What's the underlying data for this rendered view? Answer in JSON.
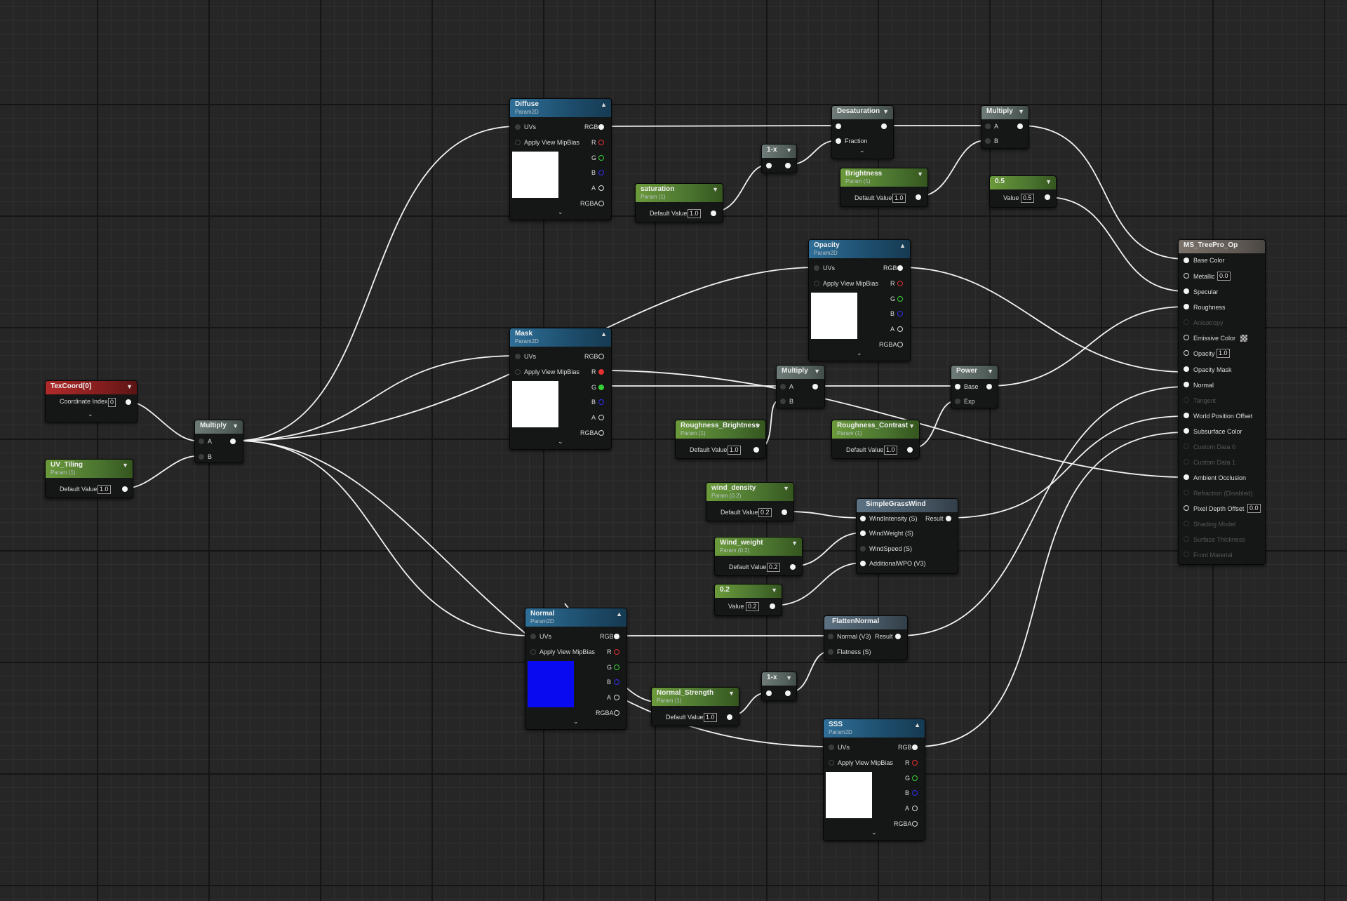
{
  "colors": {
    "texture_header": "#2f6f98",
    "param_header": "#6b9a3b",
    "math_header": "#6e7b78",
    "coord_header": "#b02a2a",
    "function_header": "#5c7283",
    "material_header": "#7a726a",
    "wire": "#f2f2f2"
  },
  "icons": {
    "collapse": "chevron-up-icon",
    "expand": "chevron-down-icon"
  },
  "nodes": {
    "texcoord": {
      "title": "TexCoord[0]",
      "coordinate_index_label": "Coordinate Index",
      "coordinate_index": "0"
    },
    "uv_tiling": {
      "title": "UV_Tiling",
      "subtitle": "Param (1)",
      "default_label": "Default Value",
      "default_value": "1.0"
    },
    "multiply_uv": {
      "title": "Multiply",
      "pin_a": "A",
      "pin_b": "B"
    },
    "diffuse": {
      "title": "Diffuse",
      "subtitle": "Param2D",
      "uvs": "UVs",
      "mip": "Apply View MipBias",
      "rgb": "RGB",
      "r": "R",
      "g": "G",
      "b": "B",
      "a": "A",
      "rgba": "RGBA",
      "preview_color": "#ffffff"
    },
    "mask": {
      "title": "Mask",
      "subtitle": "Param2D",
      "uvs": "UVs",
      "mip": "Apply View MipBias",
      "rgb": "RGB",
      "r": "R",
      "g": "G",
      "b": "B",
      "a": "A",
      "rgba": "RGBA",
      "preview_color": "#ffffff"
    },
    "normal_tex": {
      "title": "Normal",
      "subtitle": "Param2D",
      "uvs": "UVs",
      "mip": "Apply View MipBias",
      "rgb": "RGB",
      "r": "R",
      "g": "G",
      "b": "B",
      "a": "A",
      "rgba": "RGBA",
      "preview_color": "#0a0af0"
    },
    "opacity_tex": {
      "title": "Opacity",
      "subtitle": "Param2D",
      "uvs": "UVs",
      "mip": "Apply View MipBias",
      "rgb": "RGB",
      "r": "R",
      "g": "G",
      "b": "B",
      "a": "A",
      "rgba": "RGBA",
      "preview_color": "#ffffff"
    },
    "sss_tex": {
      "title": "SSS",
      "subtitle": "Param2D",
      "uvs": "UVs",
      "mip": "Apply View MipBias",
      "rgb": "RGB",
      "r": "R",
      "g": "G",
      "b": "B",
      "a": "A",
      "rgba": "RGBA",
      "preview_color": "#ffffff"
    },
    "saturation": {
      "title": "saturation",
      "subtitle": "Param (1)",
      "default_label": "Default Value",
      "default_value": "1.0"
    },
    "one_minus_top": {
      "title": "1-x"
    },
    "desaturation": {
      "title": "Desaturation",
      "fraction": "Fraction"
    },
    "brightness": {
      "title": "Brightness",
      "subtitle": "Param (1)",
      "default_label": "Default Value",
      "default_value": "1.0"
    },
    "multiply_top": {
      "title": "Multiply",
      "pin_a": "A",
      "pin_b": "B"
    },
    "const_05": {
      "title": "0.5",
      "value_label": "Value",
      "value": "0.5"
    },
    "multiply_mid": {
      "title": "Multiply",
      "pin_a": "A",
      "pin_b": "B"
    },
    "roughness_brightness": {
      "title": "Roughness_Brightness",
      "subtitle": "Param (1)",
      "default_label": "Default Value",
      "default_value": "1.0"
    },
    "power": {
      "title": "Power",
      "base": "Base",
      "exp": "Exp"
    },
    "roughness_contrast": {
      "title": "Roughness_Contrast",
      "subtitle": "Param (1)",
      "default_label": "Default Value",
      "default_value": "1.0"
    },
    "wind_density": {
      "title": "wind_density",
      "subtitle": "Param (0.2)",
      "default_label": "Default Value",
      "default_value": "0.2"
    },
    "wind_weight": {
      "title": "Wind_weight",
      "subtitle": "Param (0.2)",
      "default_label": "Default Value",
      "default_value": "0.2"
    },
    "const_02": {
      "title": "0.2",
      "value_label": "Value",
      "value": "0.2"
    },
    "simple_grass_wind": {
      "title": "SimpleGrassWind",
      "wind_intensity": "WindIntensity (S)",
      "wind_weight": "WindWeight (S)",
      "wind_speed": "WindSpeed (S)",
      "additional_wpo": "AdditionalWPO (V3)",
      "result": "Result"
    },
    "flatten_normal": {
      "title": "FlattenNormal",
      "normal": "Normal (V3)",
      "flatness": "Flatness (S)",
      "result": "Result"
    },
    "normal_strength": {
      "title": "Normal_Strength",
      "subtitle": "Param (1)",
      "default_label": "Default Value",
      "default_value": "1.0"
    },
    "one_minus_bottom": {
      "title": "1-x"
    },
    "material": {
      "title": "MS_TreePro_Op",
      "base_color": "Base Color",
      "metallic": "Metallic",
      "metallic_value": "0.0",
      "specular": "Specular",
      "roughness": "Roughness",
      "anisotropy": "Anisotropy",
      "emissive": "Emissive Color",
      "opacity": "Opacity",
      "opacity_value": "1.0",
      "opacity_mask": "Opacity Mask",
      "normal": "Normal",
      "tangent": "Tangent",
      "wpo": "World Position Offset",
      "subsurface": "Subsurface Color",
      "custom0": "Custom Data 0",
      "custom1": "Custom Data 1",
      "ao": "Ambient Occlusion",
      "refraction": "Refraction (Disabled)",
      "pdo": "Pixel Depth Offset",
      "pdo_value": "0.0",
      "shading_model": "Shading Model",
      "surface_thickness": "Surface Thickness",
      "front_material": "Front Material"
    }
  }
}
